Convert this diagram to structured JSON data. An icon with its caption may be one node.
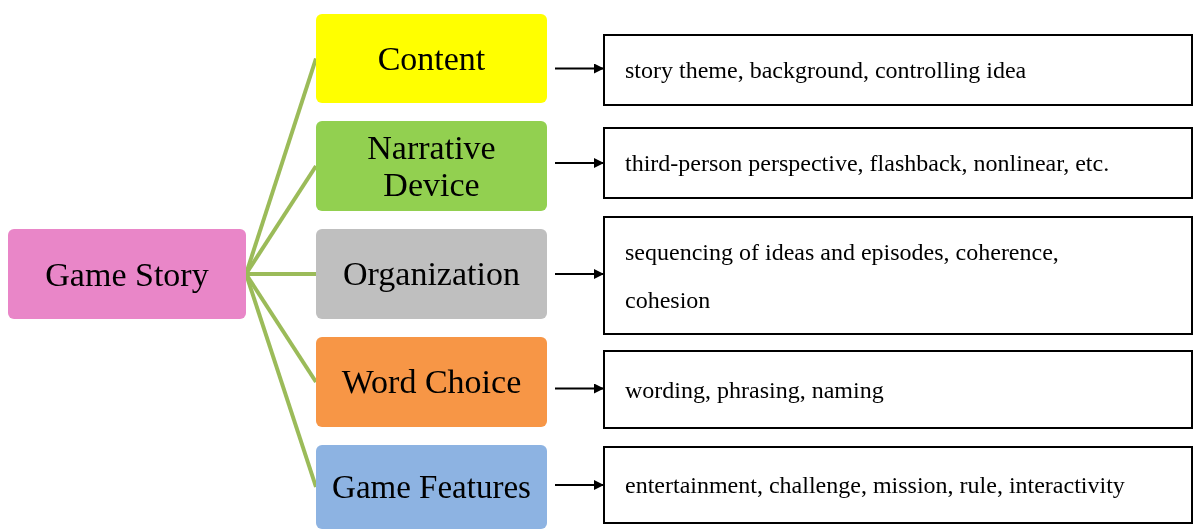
{
  "diagram": {
    "nodes": [
      {
        "text": [
          "Game Story"
        ]
      },
      {
        "text": [
          "Content"
        ]
      },
      {
        "text": [
          "Narrative Device"
        ]
      },
      {
        "text": [
          "Organization"
        ]
      },
      {
        "text": [
          "Word Choice"
        ]
      },
      {
        "text": [
          "Game Features"
        ]
      },
      {
        "text": [
          "story theme, background, controlling idea"
        ]
      },
      {
        "text": [
          "third-person perspective, flashback, nonlinear, etc."
        ]
      },
      {
        "text": [
          "sequencing of ideas and episodes, coherence, cohesion"
        ]
      },
      {
        "text": [
          "wording, phrasing, naming"
        ]
      },
      {
        "text": [
          "entertainment, challenge, mission, rule, interactivity"
        ]
      }
    ],
    "edges": [
      {
        "from": 0,
        "to": 1,
        "arrow": "none",
        "style": "thick",
        "color": "#9bbb59"
      },
      {
        "from": 0,
        "to": 2,
        "arrow": "none",
        "style": "thick",
        "color": "#9bbb59"
      },
      {
        "from": 0,
        "to": 3,
        "arrow": "none",
        "style": "thick",
        "color": "#9bbb59"
      },
      {
        "from": 0,
        "to": 4,
        "arrow": "none",
        "style": "thick",
        "color": "#9bbb59"
      },
      {
        "from": 0,
        "to": 5,
        "arrow": "none",
        "style": "thick",
        "color": "#9bbb59"
      },
      {
        "from": 1,
        "to": 6,
        "arrow": "to",
        "color": "#000000"
      },
      {
        "from": 2,
        "to": 7,
        "arrow": "to",
        "color": "#000000"
      },
      {
        "from": 3,
        "to": 8,
        "arrow": "to",
        "color": "#000000"
      },
      {
        "from": 4,
        "to": 9,
        "arrow": "to",
        "color": "#000000"
      },
      {
        "from": 5,
        "to": 10,
        "arrow": "to",
        "color": "#000000"
      }
    ]
  }
}
